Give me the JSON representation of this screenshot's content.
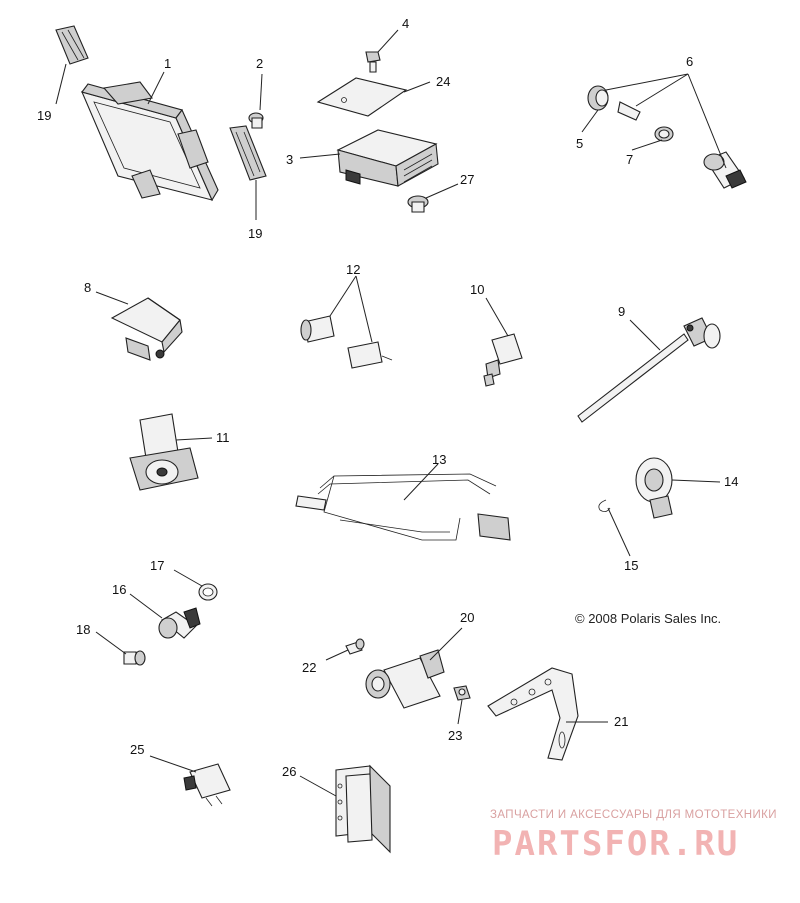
{
  "copyright": "© 2008 Polaris Sales Inc.",
  "watermark": {
    "tagline": "ЗАПЧАСТИ И АКСЕССУАРЫ ДЛЯ МОТОТЕХНИКИ",
    "brand": "PARTSFOR.RU",
    "color": "#f2b3b3"
  },
  "callouts": {
    "c1": "1",
    "c2": "2",
    "c3": "3",
    "c4": "4",
    "c5": "5",
    "c6": "6",
    "c7": "7",
    "c8": "8",
    "c9": "9",
    "c10": "10",
    "c11": "11",
    "c12": "12",
    "c13": "13",
    "c14": "14",
    "c15": "15",
    "c16": "16",
    "c17": "17",
    "c18": "18",
    "c19a": "19",
    "c19b": "19",
    "c20": "20",
    "c21": "21",
    "c22": "22",
    "c23": "23",
    "c24": "24",
    "c25": "25",
    "c26": "26",
    "c27": "27"
  }
}
